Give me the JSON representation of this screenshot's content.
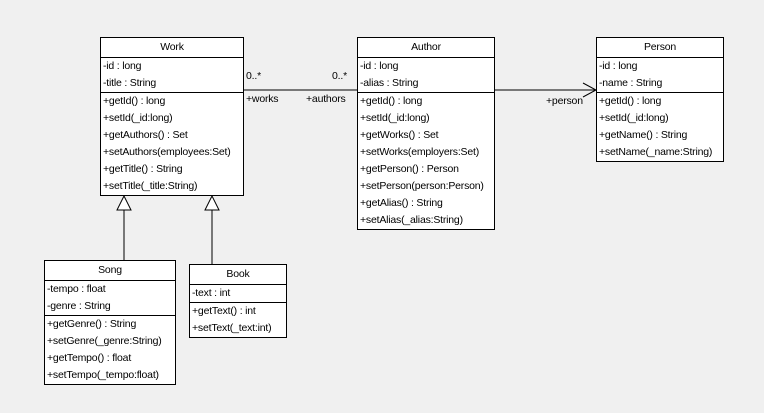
{
  "canvas": {
    "background_color": "#f0f0f0",
    "node_fill_color": "#ffffff",
    "stroke_color": "#000000"
  },
  "classes": {
    "work": {
      "title": "Work",
      "attributes": [
        "-id : long",
        "-title : String"
      ],
      "methods": [
        "+getId() : long",
        "+setId(_id:long)",
        "+getAuthors() : Set",
        "+setAuthors(employees:Set)",
        "+getTitle() : String",
        "+setTitle(_title:String)"
      ]
    },
    "author": {
      "title": "Author",
      "attributes": [
        "-id : long",
        "-alias : String"
      ],
      "methods": [
        "+getId() : long",
        "+setId(_id:long)",
        "+getWorks() : Set",
        "+setWorks(employers:Set)",
        "+getPerson() : Person",
        "+setPerson(person:Person)",
        "+getAlias() : String",
        "+setAlias(_alias:String)"
      ]
    },
    "person": {
      "title": "Person",
      "attributes": [
        "-id : long",
        "-name : String"
      ],
      "methods": [
        "+getId() : long",
        "+setId(_id:long)",
        "+getName() : String",
        "+setName(_name:String)"
      ]
    },
    "song": {
      "title": "Song",
      "attributes": [
        "-tempo : float",
        "-genre : String"
      ],
      "methods": [
        "+getGenre() : String",
        "+setGenre(_genre:String)",
        "+getTempo() : float",
        "+setTempo(_tempo:float)"
      ]
    },
    "book": {
      "title": "Book",
      "attributes": [
        "-text : int"
      ],
      "methods": [
        "+getText() : int",
        "+setText(_text:int)"
      ]
    }
  },
  "relationships": {
    "work_author": {
      "type": "association",
      "multiplicity_work_end": "0..*",
      "multiplicity_author_end": "0..*",
      "role_work_end": "+works",
      "role_author_end": "+authors"
    },
    "author_person": {
      "type": "directed-association",
      "role_person_end": "+person"
    },
    "song_work": {
      "type": "generalization"
    },
    "book_work": {
      "type": "generalization"
    }
  }
}
